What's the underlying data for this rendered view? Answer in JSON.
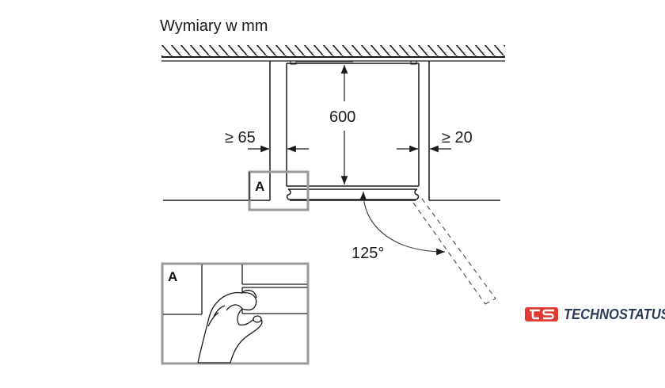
{
  "diagram": {
    "title": "Wymiary w mm",
    "dimensions": {
      "depth": "600",
      "left_gap": "≥ 65",
      "right_gap": "≥ 20",
      "door_angle": "125°"
    },
    "detail_marker": "A",
    "detail_label": "A"
  },
  "brand": {
    "logo_mark": "ts",
    "name": "TECHNOSTATUS",
    "mark_color": "#e03a33",
    "text_color": "#2b3a55"
  },
  "colors": {
    "line": "#1a1a1a",
    "detail_box": "#9a9a9a"
  }
}
